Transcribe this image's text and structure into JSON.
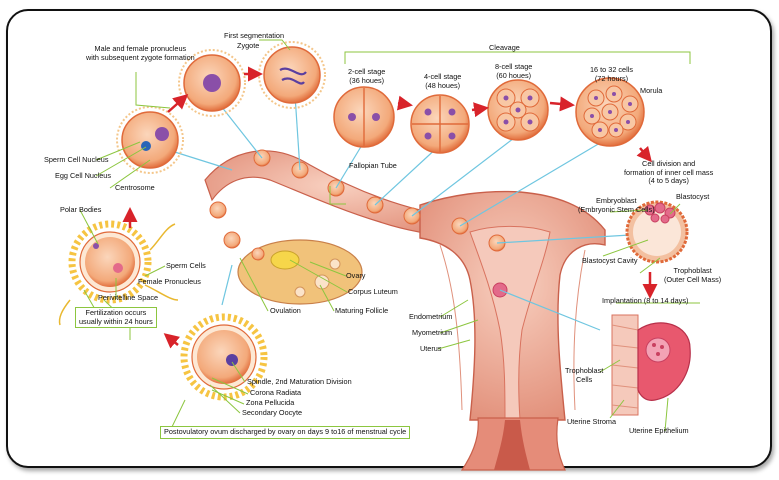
{
  "labels": {
    "pronuclei": [
      "Male and female pronucleus",
      "with subsequent zygote formation"
    ],
    "first_segmentation": "First segmentation",
    "zygote": "Zygote",
    "cleavage": "Cleavage",
    "two_cell": [
      "2-cell stage",
      "(36 houes)"
    ],
    "four_cell": [
      "4-cell stage",
      "(48 houes)"
    ],
    "eight_cell": [
      "8-cell stage",
      "(60 houes)"
    ],
    "sixteen_cell": [
      "16 to 32 cells",
      "(72 hours)"
    ],
    "morula": "Morula",
    "cell_division": [
      "Cell division and",
      "formation of inner cell mass",
      "(4 to 5 days)"
    ],
    "embryoblast": [
      "Embryoblast",
      "(Embryonic Stem Cells)"
    ],
    "blastocyst": "Blastocyst",
    "blastocyst_cavity": "Blastocyst Cavity",
    "trophoblast_outer": [
      "Trophoblast",
      "(Outer Cell Mass)"
    ],
    "implantation": "Implantation (8 to 14 days)",
    "trophoblast_cells": [
      "Trophoblast",
      "Cells"
    ],
    "uterine_stroma": "Uterine Stroma",
    "uterine_epithelium": "Uterine Epithelium",
    "sperm_cell_nucleus": "Sperm Cell Nucleus",
    "egg_cell_nucleus": "Egg Cell Nucleus",
    "centrosome": "Centrosome",
    "fallopian_tube": "Fallopian Tube",
    "polar_bodies": "Polar Bodies",
    "sperm_cells": "Sperm Cells",
    "female_pronucleus": "Female Pronucleus",
    "perivitelline_space": "Perivitelline Space",
    "fertilization": [
      "Fertilization occurs",
      "usually within 24 hours"
    ],
    "ovary": "Ovary",
    "corpus_luteum": "Corpus Luteum",
    "maturing_follicle": "Maturing Follicle",
    "ovulation": "Ovulation",
    "endometrium": "Endometrium",
    "myometrium": "Myometrium",
    "uterus": "Uterus",
    "spindle": "Spindle, 2nd Maturation Division",
    "corona_radiata": "Corona Radiata",
    "zona_pellucida": "Zona Pellucida",
    "secondary_oocyte": "Secondary Oocyte",
    "postovulatory": "Postovulatory ovum discharged by ovary on days 9 to16 of menstrual cycle"
  },
  "colors": {
    "cell_fill": "#f3a97a",
    "cell_edge": "#e06a3a",
    "nucleus": "#8a4fa8",
    "tissue": "#f2b7a6",
    "tissue_dark": "#d9735f",
    "leader_line": "#8cc63f",
    "arrow": "#d8232a",
    "blue_line": "#6fc6e0"
  }
}
